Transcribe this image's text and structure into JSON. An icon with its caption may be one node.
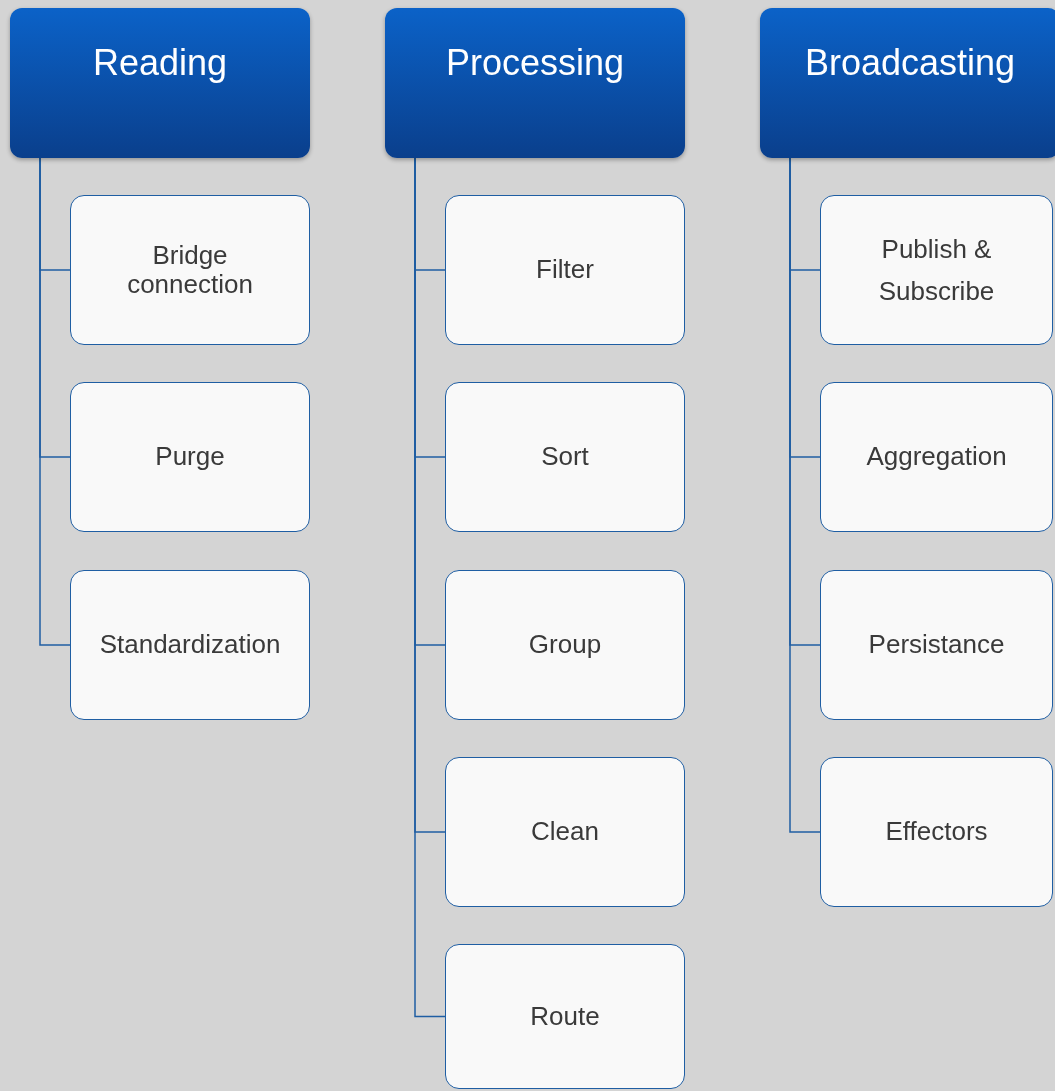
{
  "diagram": {
    "nodes": [
      {
        "text": [
          "Reading"
        ]
      },
      {
        "text": [
          "Bridge connection"
        ]
      },
      {
        "text": [
          "Purge"
        ]
      },
      {
        "text": [
          "Standardization"
        ]
      },
      {
        "text": [
          "Processing"
        ]
      },
      {
        "text": [
          "Filter"
        ]
      },
      {
        "text": [
          "Sort"
        ]
      },
      {
        "text": [
          "Group"
        ]
      },
      {
        "text": [
          "Clean"
        ]
      },
      {
        "text": [
          "Route"
        ]
      },
      {
        "text": [
          "Broadcasting"
        ]
      },
      {
        "text": [
          "Publish & Subscribe"
        ]
      },
      {
        "text": [
          "Aggregation"
        ]
      },
      {
        "text": [
          "Persistance"
        ]
      },
      {
        "text": [
          "Effectors"
        ]
      }
    ],
    "edges": [
      {
        "from": 0,
        "to": 1,
        "arrow": "none"
      },
      {
        "from": 0,
        "to": 2,
        "arrow": "none"
      },
      {
        "from": 0,
        "to": 3,
        "arrow": "none"
      },
      {
        "from": 4,
        "to": 5,
        "arrow": "none"
      },
      {
        "from": 4,
        "to": 6,
        "arrow": "none"
      },
      {
        "from": 4,
        "to": 7,
        "arrow": "none"
      },
      {
        "from": 4,
        "to": 8,
        "arrow": "none"
      },
      {
        "from": 4,
        "to": 9,
        "arrow": "none"
      },
      {
        "from": 10,
        "to": 11,
        "arrow": "none"
      },
      {
        "from": 10,
        "to": 12,
        "arrow": "none"
      },
      {
        "from": 10,
        "to": 13,
        "arrow": "none"
      },
      {
        "from": 10,
        "to": 14,
        "arrow": "none"
      }
    ]
  }
}
